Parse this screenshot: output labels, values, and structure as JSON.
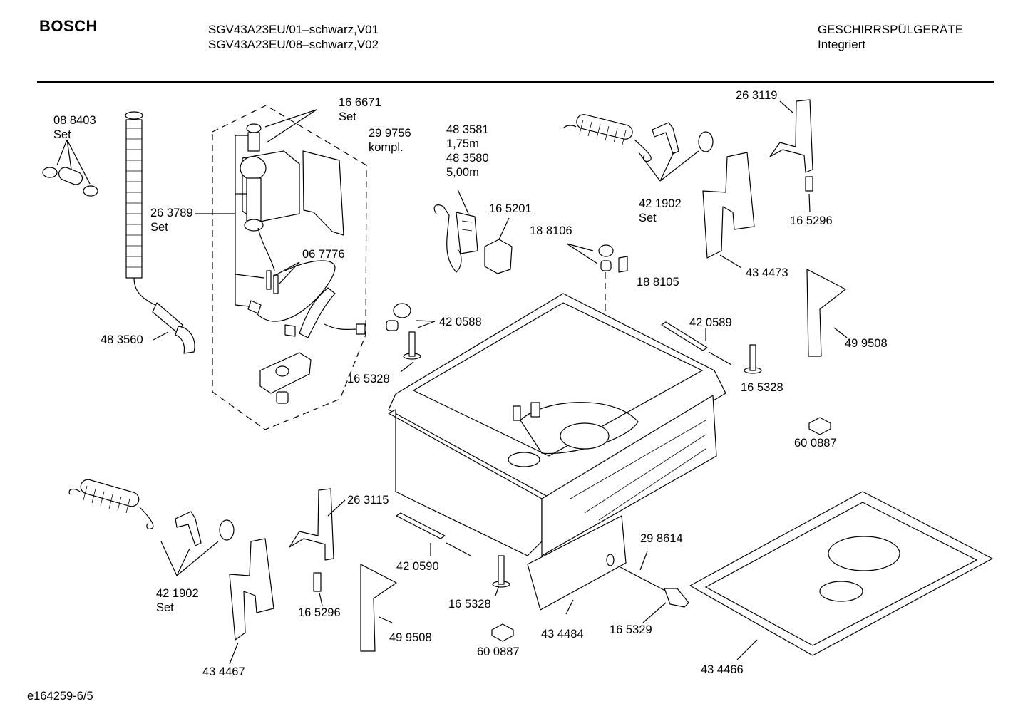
{
  "header": {
    "brand": "BOSCH",
    "models": [
      "SGV43A23EU/01–schwarz,V01",
      "SGV43A23EU/08–schwarz,V02"
    ],
    "category": [
      "GESCHIRRSPÜLGERÄTE",
      "Integriert"
    ]
  },
  "callouts": [
    {
      "id": "c1",
      "lines": [
        "08 8403",
        "Set"
      ]
    },
    {
      "id": "c2",
      "lines": [
        "16 6671",
        "Set"
      ]
    },
    {
      "id": "c3",
      "lines": [
        "29 9756",
        "kompl."
      ]
    },
    {
      "id": "c4",
      "lines": [
        "26 3789",
        "Set"
      ]
    },
    {
      "id": "c5",
      "lines": [
        "06 7776"
      ]
    },
    {
      "id": "c6",
      "lines": [
        "48 3560"
      ]
    },
    {
      "id": "c7",
      "lines": [
        "48 3581",
        "1,75m",
        "48 3580",
        "5,00m"
      ]
    },
    {
      "id": "c8",
      "lines": [
        "16 5201"
      ]
    },
    {
      "id": "c9",
      "lines": [
        "18 8106"
      ]
    },
    {
      "id": "c10",
      "lines": [
        "18 8105"
      ]
    },
    {
      "id": "c11",
      "lines": [
        "42 1902",
        "Set"
      ]
    },
    {
      "id": "c12",
      "lines": [
        "26 3119"
      ]
    },
    {
      "id": "c13",
      "lines": [
        "16 5296"
      ]
    },
    {
      "id": "c14",
      "lines": [
        "43 4473"
      ]
    },
    {
      "id": "c15",
      "lines": [
        "42 0588"
      ]
    },
    {
      "id": "c16",
      "lines": [
        "16 5328"
      ]
    },
    {
      "id": "c17",
      "lines": [
        "42 0589"
      ]
    },
    {
      "id": "c18",
      "lines": [
        "16 5328"
      ]
    },
    {
      "id": "c19",
      "lines": [
        "49 9508"
      ]
    },
    {
      "id": "c20",
      "lines": [
        "60 0887"
      ]
    },
    {
      "id": "c21",
      "lines": [
        "26 3115"
      ]
    },
    {
      "id": "c22",
      "lines": [
        "42 1902",
        "Set"
      ]
    },
    {
      "id": "c23",
      "lines": [
        "16 5296"
      ]
    },
    {
      "id": "c24",
      "lines": [
        "43 4467"
      ]
    },
    {
      "id": "c25",
      "lines": [
        "42 0590"
      ]
    },
    {
      "id": "c26",
      "lines": [
        "49 9508"
      ]
    },
    {
      "id": "c27",
      "lines": [
        "16 5328"
      ]
    },
    {
      "id": "c28",
      "lines": [
        "60 0887"
      ]
    },
    {
      "id": "c29",
      "lines": [
        "29 8614"
      ]
    },
    {
      "id": "c30",
      "lines": [
        "43 4484"
      ]
    },
    {
      "id": "c31",
      "lines": [
        "16 5329"
      ]
    },
    {
      "id": "c32",
      "lines": [
        "43 4466"
      ]
    }
  ],
  "footer": "e164259-6/5"
}
